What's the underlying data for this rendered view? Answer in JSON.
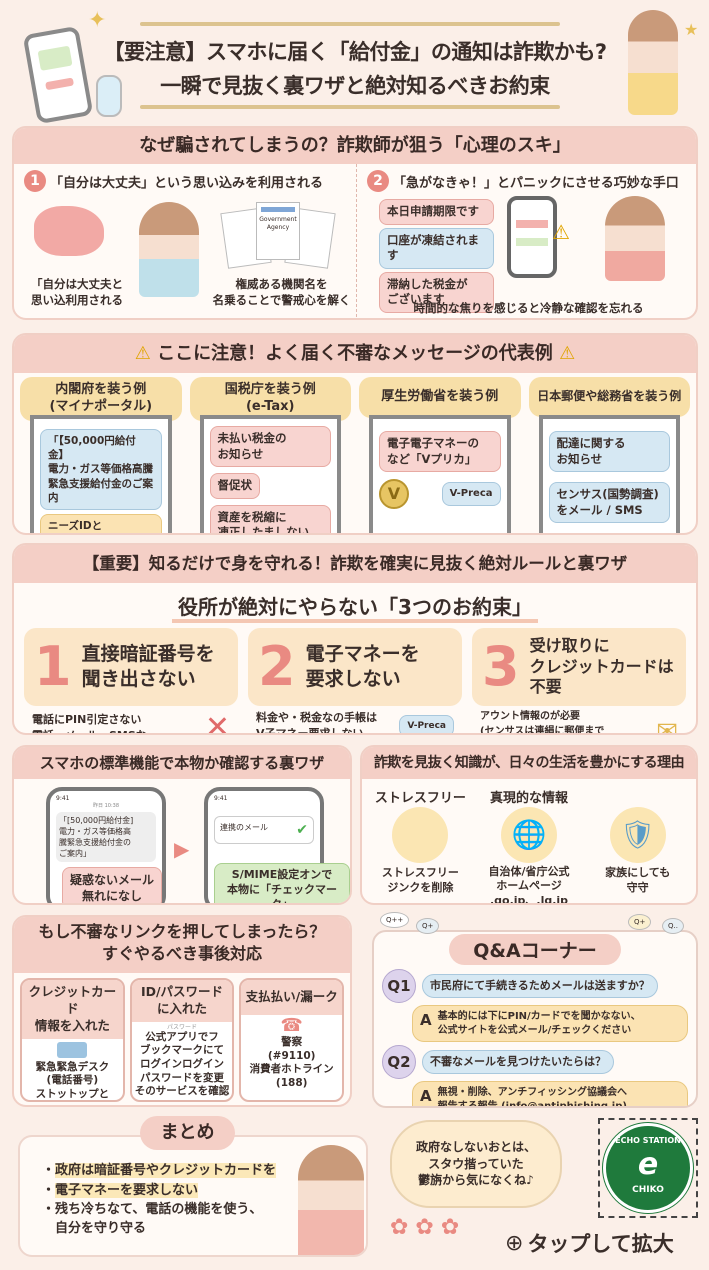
{
  "header": {
    "title_lines": [
      "【要注意】スマホに届く「給付金」の通知は詐欺かも?",
      "一瞬で見抜く裏ワザと絶対知るべきお約束"
    ]
  },
  "section1": {
    "title": "なぜ騙されてしまうの？詐欺師が狙う「心理のスキ」",
    "items": [
      {
        "num": "1",
        "heading": "「自分は大丈夫」という思い込みを利用される",
        "captions": [
          "「自分は大丈夫と\n思い込利用される",
          "権威ある機関名を\n名乗ることで警戒心を解く"
        ],
        "doc_label": "Government Agency"
      },
      {
        "num": "2",
        "heading": "「急がなきゃ！」とパニックにさせる巧妙な手口",
        "bubbles": [
          "本日申請期限です",
          "口座が凍結されます",
          "滞納した税金が\nございます"
        ],
        "caption": "時間的な焦りを感じると冷静な確認を忘れる"
      }
    ]
  },
  "section2": {
    "title": "ここに注意！よく届く不審なメッセージの代表例",
    "columns": [
      {
        "head": "内閣府を装う例\n(マイナポータル)",
        "bubbles": [
          "「【50,000円給付金】\n電力・ガス等価格高騰\n緊急支援給付金のご案内",
          "ニーズIDと\nクレジットカードinfo"
        ]
      },
      {
        "head": "国税庁を装う例\n(e-Tax)",
        "bubbles": [
          "未払い税金の\nお知らせ",
          "督促状",
          "資産を税縮に\n凍正したましない"
        ]
      },
      {
        "head": "厚生労働省を装う例",
        "bubbles": [
          "電子電子マネーの\nなど「Vプリカ」"
        ],
        "card": "V-Preca",
        "coin": "V"
      },
      {
        "head": "日本郵便や総務省を装う例",
        "bubbles": [
          "配達に関する\nお知らせ",
          "センサス(国勢調査)\nをメール / SMS"
        ]
      }
    ]
  },
  "section3": {
    "title": "【重要】知るだけで身を守れる！詐欺を確実に見抜く絶対ルールと裏ワザ",
    "subtitle": "役所が絶対にやらない「3つのお約束」",
    "rules": [
      {
        "num": "1",
        "text": "直接暗証番号を\n聞き出さない",
        "caption": "電話にPIN引定さない\n電話、メール、SMSな"
      },
      {
        "num": "2",
        "text": "電子マネーを\n要求しない",
        "caption": "料金や・税金なの手帳は\nV子マネー要求しない",
        "card": "V-Preca"
      },
      {
        "num": "3",
        "text": "受け取りに\nクレジットカードは不要",
        "caption": "アウント情報のが必要\n(センサスは連絹に郵便まで\n 物理で文字できる)"
      }
    ]
  },
  "section4": {
    "title": "スマホの標準機能で本物か確認する裏ワザ",
    "phone_time": "9:41",
    "phone1_date": "昨日 10:38",
    "phone1_message": "「[50,000円給付金]\n電力・ガス等価格高\n騰緊急支援給付金の\nご案内」",
    "phone1_caption": "疑惑ないメール\n無れになし",
    "phone2_mail": "連携のメール",
    "phone2_caption": "S/MIME設定オンで\n本物に「チェックマーク」"
  },
  "section5": {
    "title": "詐欺を見抜く知識が、日々の生活を豊かにする理由",
    "items": [
      {
        "label": "ストレスフリー",
        "caption": "ストレスフリー\nジンクを削除"
      },
      {
        "label": "真現的な情報",
        "caption": "自治体/省庁公式\nホームページ\n.go.jp、.lg.jp"
      },
      {
        "label": "",
        "caption": "家族にしても\n守守"
      }
    ]
  },
  "section6": {
    "title": "もし不審なリンクを押してしまったら？\nすぐやるべき事後対応",
    "cards": [
      {
        "head": "クレジットカード\n情報を入れた",
        "body": "緊急緊急デスク\n(電話番号)\nストットップと\nカードと再発行"
      },
      {
        "head": "ID/パスワード\nに入れた",
        "tag": "パスワード",
        "body": "公式アプリでフ\nブックマークにて\nログインログイン\nパスワードを変更\nそのサービスを確認"
      },
      {
        "head": "支払払い/漏ーク",
        "body": "警察\n(#9110)\n消費者ホトライン\n(188)"
      }
    ]
  },
  "qa": {
    "title": "Q&Aコーナー",
    "deco": [
      "Q++",
      "Q+",
      "Q+",
      "Q.."
    ],
    "items": [
      {
        "q_label": "Q1",
        "q": "市民府にて手続きるためメールは送ますか？",
        "a_label": "A",
        "a": "基本的には下にPIN/カードでを聞かなない、\n公式サイトを公式メール/チェックください"
      },
      {
        "q_label": "Q2",
        "q": "不審なメールを見つけたいたらは？",
        "a_label": "A",
        "a": "無視・削除、アンチフィッシング協議会へ\n報告する報告 (info@antiphishing.jp)"
      }
    ]
  },
  "summary": {
    "title": "まとめ",
    "items": [
      "政府は暗証番号やクレジットカードを",
      "電子マネーを要求しない",
      "残ち冷ちなて、電話の機能を使う、\n自分を守り守る"
    ]
  },
  "speech": "政府なしないおとは、\nスタウ揩っていた\n鬱旃から気になくね♪",
  "logo": {
    "top": "ECHO STATION",
    "bottom": "CHIKO",
    "mark": "e"
  },
  "tap_zoom": {
    "icon": "zoom-in-icon",
    "label": "タップして拡大"
  },
  "colors": {
    "background": "#fbefe8",
    "band": "#f4cfc6",
    "accent": "#e98a82",
    "yellow": "#fbe3b3",
    "logo_green": "#1f7a3c"
  }
}
